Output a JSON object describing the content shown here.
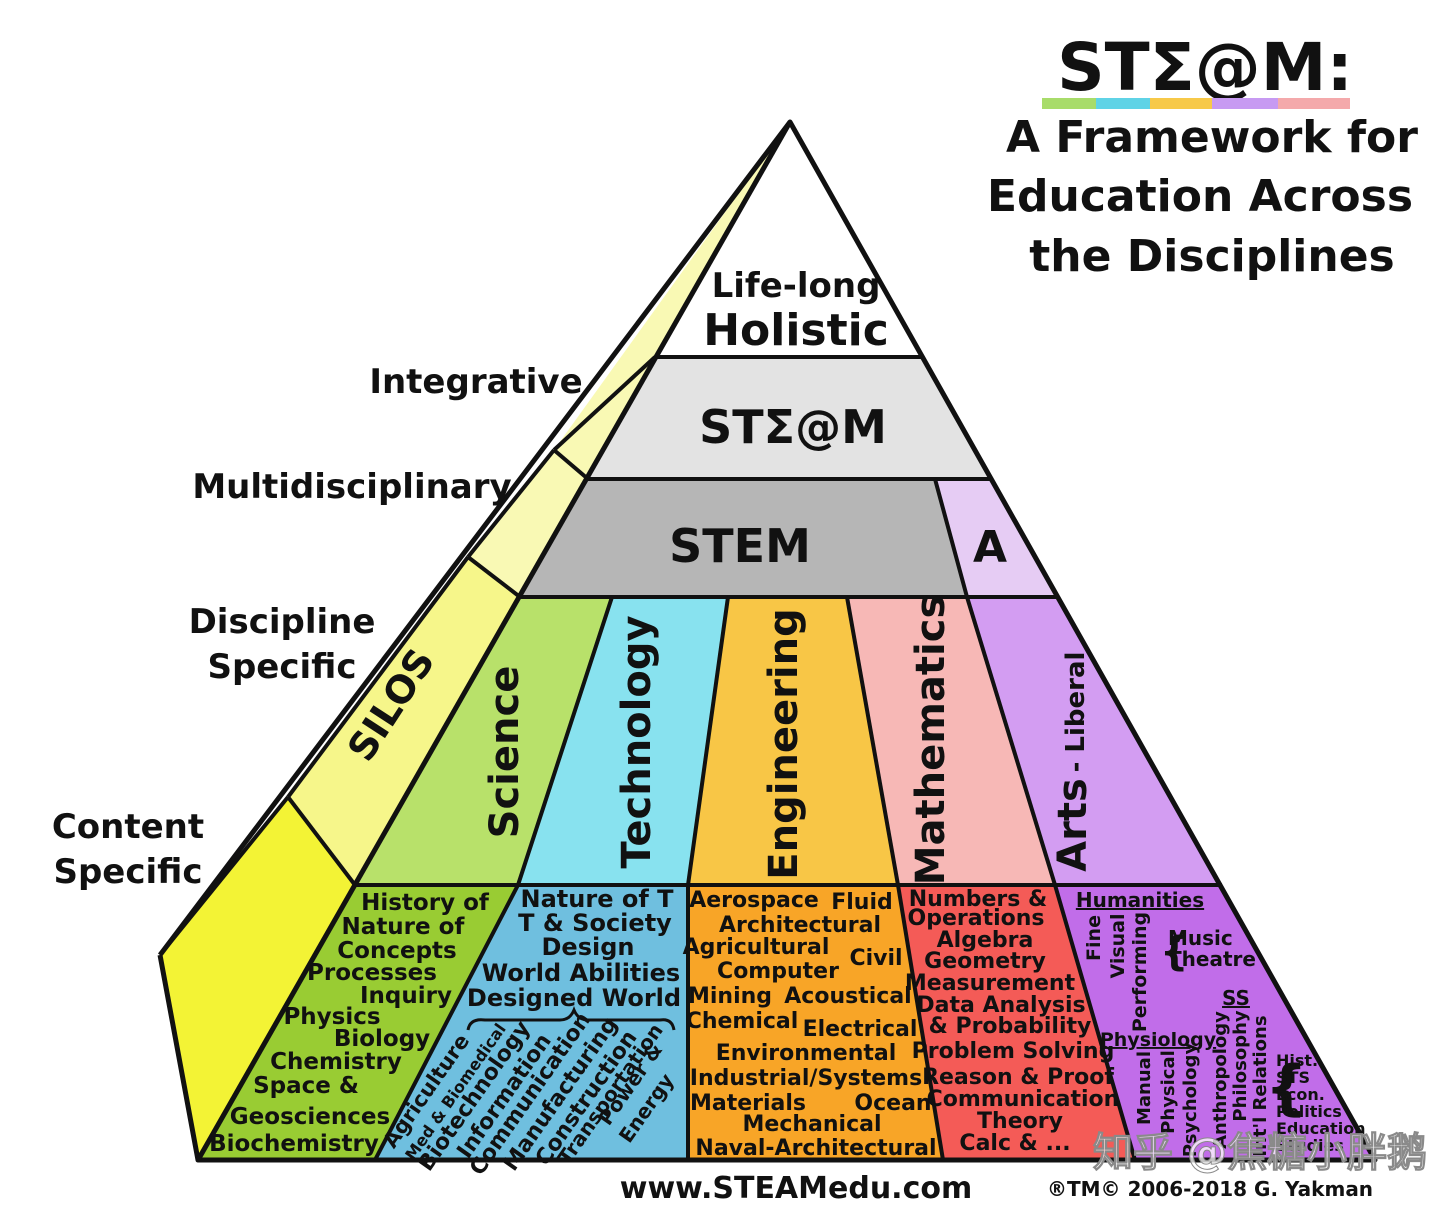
{
  "header": {
    "title": "STΣ@M:",
    "subtitle_lines": [
      "A Framework for",
      "Education Across",
      "the Disciplines"
    ],
    "underline_colors": [
      "#a8dc6a",
      "#5fd3e6",
      "#f7c948",
      "#c79af2",
      "#f4a9ab"
    ]
  },
  "levels": {
    "integrative": "Integrative",
    "multidisciplinary": "Multidisciplinary",
    "discipline_specific": [
      "Discipline",
      "Specific"
    ],
    "content_specific": [
      "Content",
      "Specific"
    ]
  },
  "pyramid": {
    "top": [
      "Life-long",
      "Holistic"
    ],
    "steam": "STΣ@M",
    "stem": "STEM",
    "a": "A",
    "silos": "SILOS",
    "colors": {
      "steam_band": "#e3e3e3",
      "stem_band": "#b6b6b6",
      "a_band": "#e6ccf4",
      "side_light": "#f9f9b4",
      "side_mid": "#f6f68a",
      "side_base": "#f3f335",
      "science": "#b8e16a",
      "technology": "#88e2ef",
      "engineering": "#f8c646",
      "mathematics": "#f7b8b6",
      "arts": "#d39df2",
      "science_base": "#99cc33",
      "technology_base": "#6fbfdf",
      "engineering_base": "#f8a527",
      "mathematics_base": "#f45b57",
      "arts_base": "#c16de9"
    }
  },
  "disciplines": [
    {
      "name": "Science"
    },
    {
      "name": "Technology"
    },
    {
      "name": "Engineering"
    },
    {
      "name": "Mathematics"
    },
    {
      "name": "Arts",
      "suffix": "- Liberal"
    }
  ],
  "content": {
    "science": [
      "History of",
      "Nature of",
      "Concepts",
      "Processes",
      "Inquiry",
      "Physics",
      "Biology",
      "Chemistry",
      "Space &",
      "Geosciences",
      "Biochemistry"
    ],
    "technology_top": [
      "Nature of T",
      "T & Society",
      "Design",
      "World Abilities",
      "Designed World"
    ],
    "technology_fields": [
      "Agriculture",
      "Med & Biomedical",
      "Biotechnology",
      "Information",
      "Communication",
      "Manufacturing",
      "Construction",
      "Transportation",
      "Power &",
      "Energy"
    ],
    "engineering": [
      "Aerospace",
      "Fluid",
      "Architectural",
      "Agricultural",
      "Civil",
      "Computer",
      "Mining",
      "Acoustical",
      "Chemical",
      "Electrical",
      "Environmental",
      "Industrial/Systems",
      "Materials",
      "Ocean",
      "Mechanical",
      "Naval-Architectural"
    ],
    "mathematics": [
      "Numbers &",
      "Operations",
      "Algebra",
      "Geometry",
      "Measurement",
      "Data Analysis",
      "& Probability",
      "Problem Solving",
      "Reason & Proof",
      "Communication",
      "Theory",
      "Calc & ..."
    ],
    "arts": {
      "humanities": "Humanities",
      "fine": "Fine",
      "visual": "Visual",
      "performing": "Performing",
      "music": "Music",
      "theatre": "Theatre",
      "ss": "SS",
      "physiology": "Physiology",
      "manual": "Manual",
      "physical": "Physical",
      "psychology": "Psychology",
      "anthropology": "Anthropology",
      "philosophy": "Philosophy",
      "intl_relations": "Int'l Relations",
      "list": [
        "Hist.",
        "STS",
        "Econ.",
        "Politics",
        "Education",
        "Studies"
      ]
    }
  },
  "footer": {
    "url": "www.STEAMedu.com",
    "copyright": "®TM© 2006-2018 G. Yakman",
    "watermark": "知乎 @焦糖小胖鹅"
  }
}
